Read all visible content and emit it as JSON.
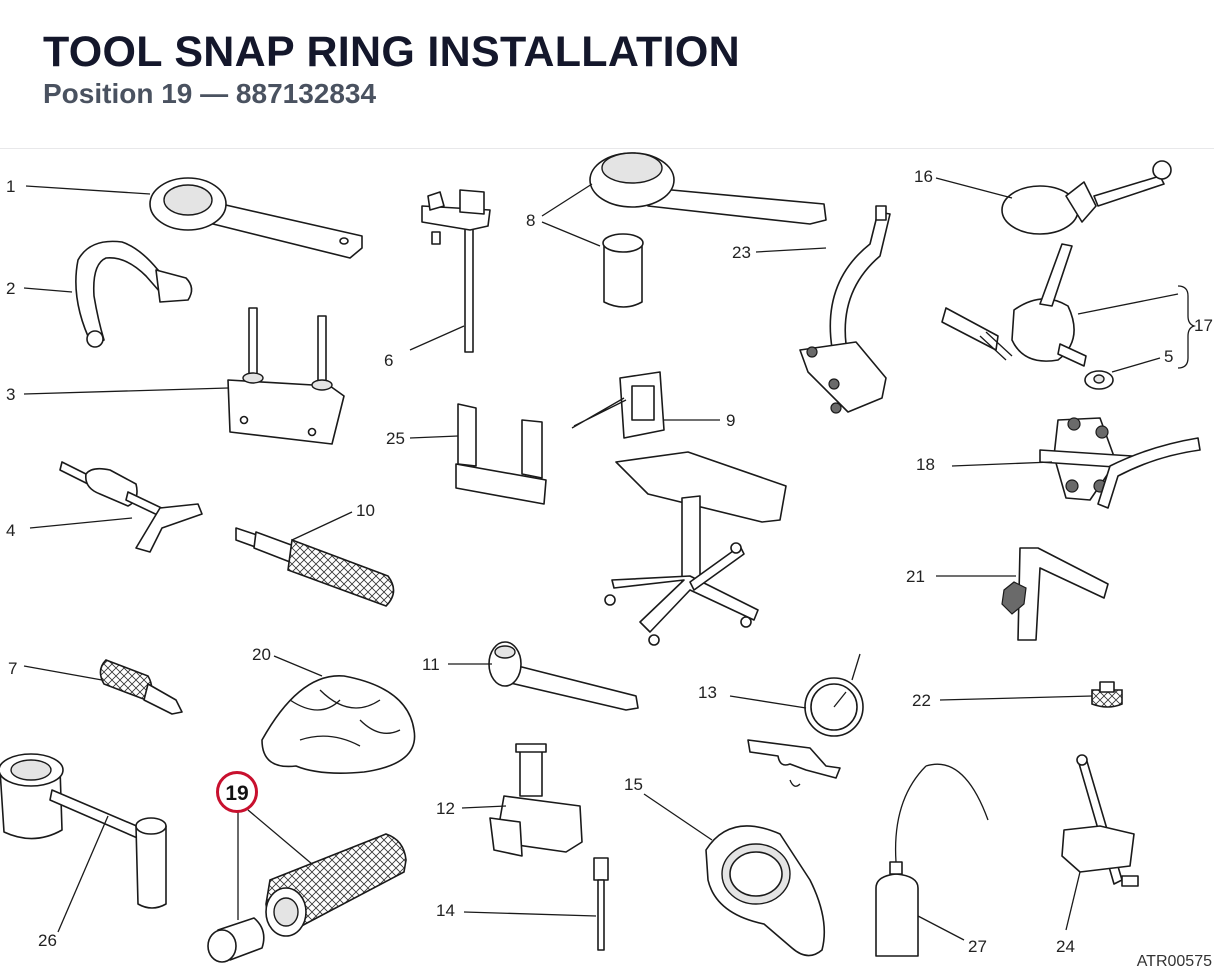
{
  "header": {
    "title": "TOOL SNAP RING INSTALLATION",
    "subtitle": "Position 19 — 887132834"
  },
  "highlight": {
    "number": "19",
    "color": "#c8102e"
  },
  "callouts": {
    "n1": "1",
    "n2": "2",
    "n3": "3",
    "n4": "4",
    "n5": "5",
    "n6": "6",
    "n7": "7",
    "n8": "8",
    "n9": "9",
    "n10": "10",
    "n11": "11",
    "n12": "12",
    "n13": "13",
    "n14": "14",
    "n15": "15",
    "n16": "16",
    "n17": "17",
    "n18": "18",
    "n20": "20",
    "n21": "21",
    "n22": "22",
    "n23": "23",
    "n24": "24",
    "n25": "25",
    "n26": "26",
    "n27": "27"
  },
  "doc_ref": "ATR00575"
}
